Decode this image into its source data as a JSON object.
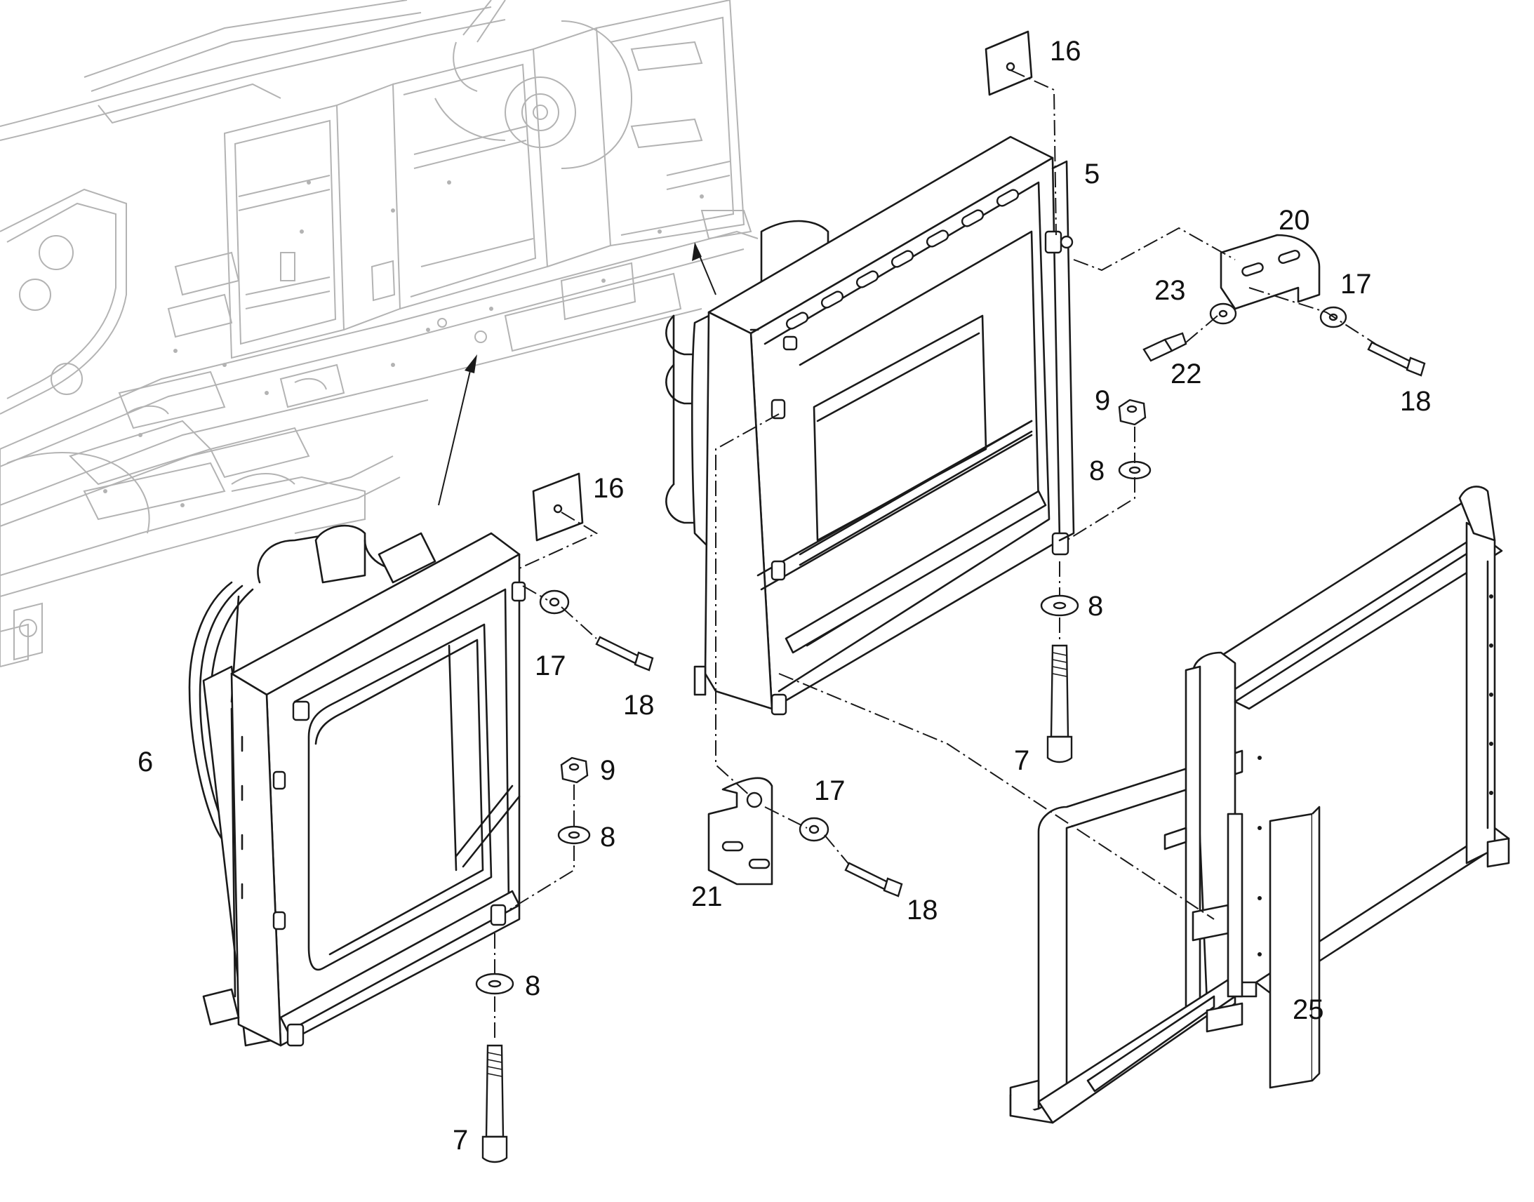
{
  "colors": {
    "background": "#ffffff",
    "ink": "#1a1a1a",
    "ghost_frame": "#b3b3b3"
  },
  "callouts": {
    "c16a": "16",
    "c5": "5",
    "c20": "20",
    "c23": "23",
    "c17a": "17",
    "c22": "22",
    "c18a": "18",
    "c9a": "9",
    "c8a": "8",
    "c16b": "16",
    "c8b": "8",
    "c17b": "17",
    "c18b": "18",
    "c6": "6",
    "c9b": "9",
    "c7a": "7",
    "c8c": "8",
    "c17c": "17",
    "c8d": "8",
    "c21": "21",
    "c18c": "18",
    "c25": "25",
    "c7b": "7"
  }
}
